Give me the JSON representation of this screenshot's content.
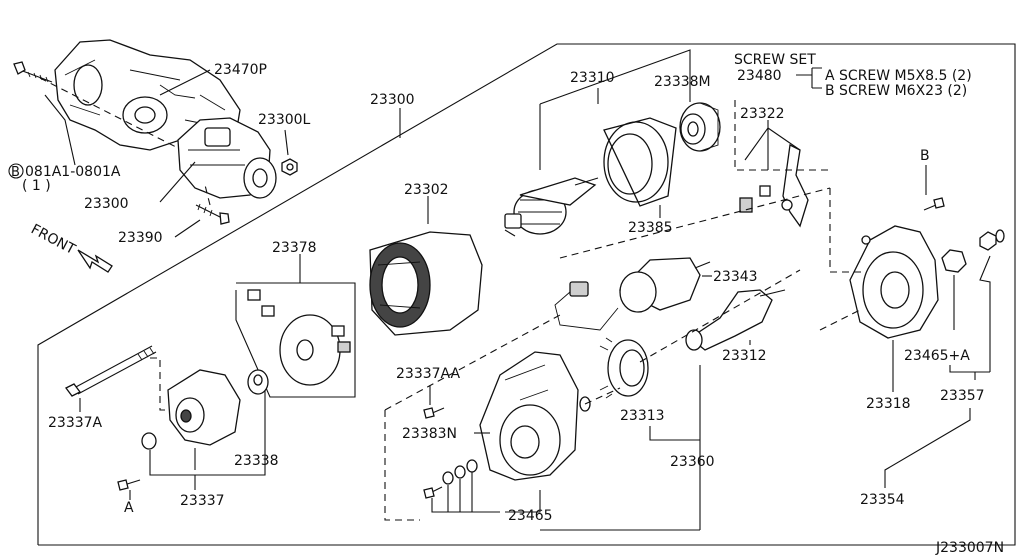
{
  "screw_set": {
    "title": "SCREW SET",
    "part_no": "23480",
    "screw_a": "A SCREW M5X8.5 (2)",
    "screw_b": "B SCREW M6X23  (2)"
  },
  "labels": {
    "p23470P": "23470P",
    "p23300_top": "23300",
    "p23300L": "23300L",
    "p23300_left": "23300",
    "p23390": "23390",
    "bolt_code": "081A1-0801A",
    "bolt_qty": "( 1 )",
    "bolt_circle": "B",
    "front": "FRONT",
    "p23310": "23310",
    "p23338M": "23338M",
    "p23322": "23322",
    "p23302": "23302",
    "p23385": "23385",
    "p23343": "23343",
    "p23378": "23378",
    "p23312": "23312",
    "p23337AA": "23337AA",
    "p23383N": "23383N",
    "p23313": "23313",
    "p23337A": "23337A",
    "p23338": "23338",
    "p23337": "23337",
    "p23360": "23360",
    "p23465": "23465",
    "p23318": "23318",
    "p23465A": "23465+A",
    "p23357": "23357",
    "p23354": "23354",
    "letter_a": "A",
    "letter_b": "B",
    "diagram_code": "J233007N"
  }
}
